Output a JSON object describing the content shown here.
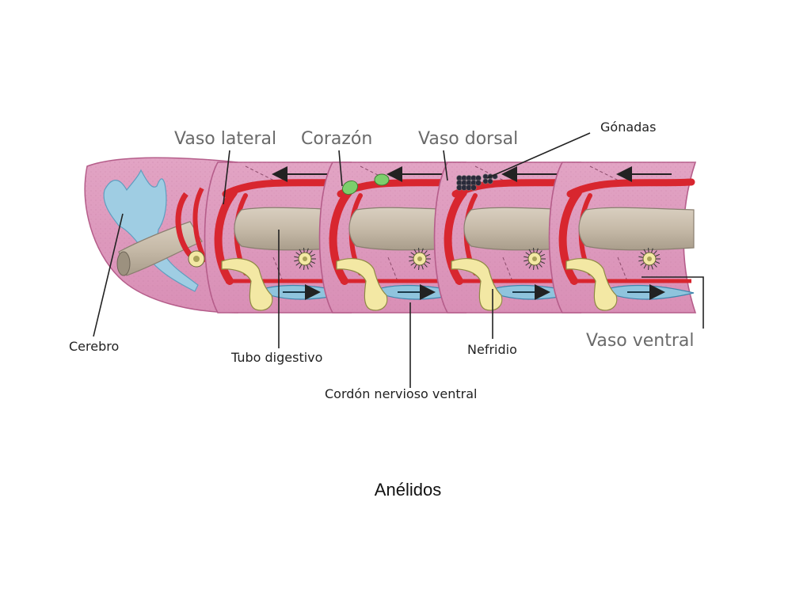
{
  "labels": {
    "vaso_lateral": "Vaso lateral",
    "corazon": "Corazón",
    "vaso_dorsal": "Vaso dorsal",
    "gonadas": "Gónadas",
    "cerebro": "Cerebro",
    "tubo_digestivo": "Tubo digestivo",
    "nefridio": "Nefridio",
    "vaso_ventral": "Vaso ventral",
    "cordon_nervioso_ventral": "Cordón nervioso ventral"
  },
  "caption": "Anélidos",
  "colors": {
    "body": "#e9a9c9",
    "body_outline": "#b55d8a",
    "vessel": "#d8262f",
    "gut": "#c8bcab",
    "nerve": "#8fc4dd",
    "nephridium": "#f3e8a4",
    "heart": "#7ccf6c",
    "gonad": "#2a2a3a"
  },
  "icons": [
    "flow-arrow-icon"
  ]
}
